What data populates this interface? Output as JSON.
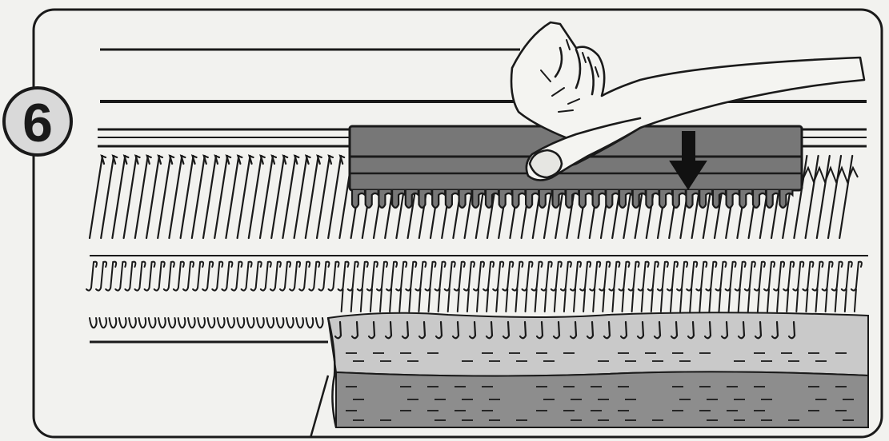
{
  "step": {
    "number": "6"
  },
  "icons": {
    "badge": "step-number-circle",
    "arrow": "down-arrow-icon",
    "hand": "hand-pressing"
  },
  "colors": {
    "background": "#f2f2ef",
    "ink": "#1a1a1a",
    "tool_fill": "#777777",
    "fabric_light": "#c9c9c9",
    "fabric_dark": "#8d8d8d",
    "badge_fill": "#d9d9d9"
  }
}
